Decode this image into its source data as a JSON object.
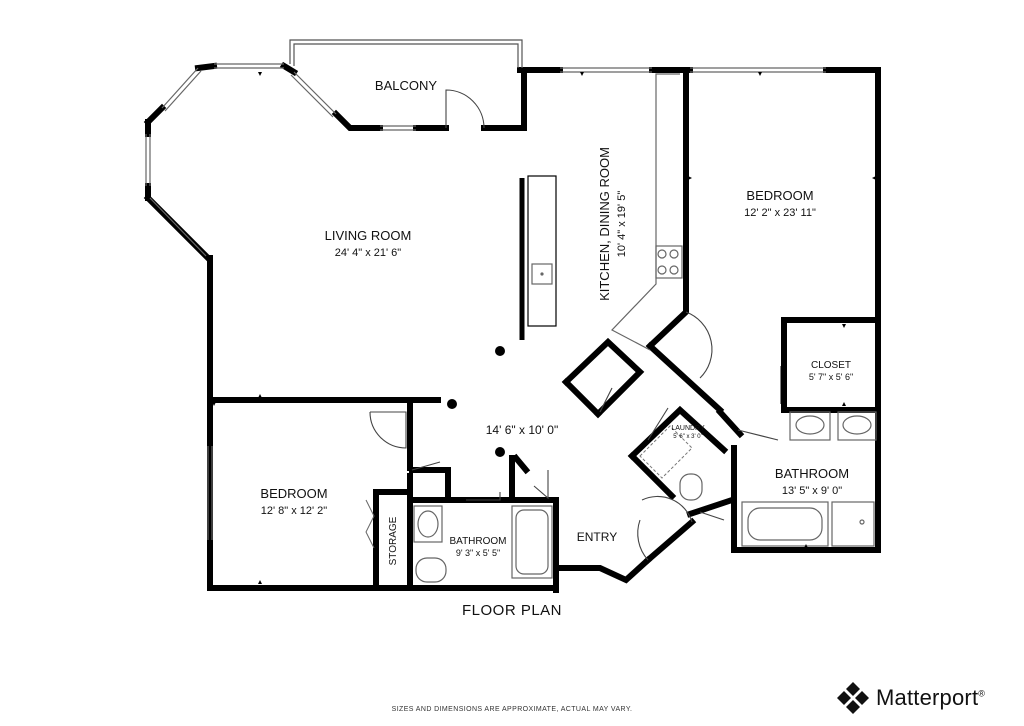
{
  "rooms": {
    "balcony": {
      "name": "BALCONY"
    },
    "living": {
      "name": "LIVING ROOM",
      "dims": "24' 4\" x 21' 6\""
    },
    "kitchen": {
      "name": "KITCHEN, DINING ROOM",
      "dims": "10' 4\" x 19' 5\""
    },
    "bedroom_main": {
      "name": "BEDROOM",
      "dims": "12' 2\" x 23' 11\""
    },
    "closet": {
      "name": "CLOSET",
      "dims": "5' 7\" x 5' 6\""
    },
    "hall": {
      "dims": "14' 6\" x 10' 0\""
    },
    "laundry": {
      "name": "LAUNDRY",
      "dims": "5' 6\" x 3' 0\""
    },
    "bathroom_main": {
      "name": "BATHROOM",
      "dims": "13' 5\" x 9' 0\""
    },
    "bedroom_second": {
      "name": "BEDROOM",
      "dims": "12' 8\" x 12' 2\""
    },
    "storage": {
      "name": "STORAGE"
    },
    "bathroom_second": {
      "name": "BATHROOM",
      "dims": "9' 3\" x 5' 5\""
    },
    "entry": {
      "name": "ENTRY"
    }
  },
  "plan_title": "FLOOR PLAN",
  "disclaimer": "SIZES AND DIMENSIONS ARE APPROXIMATE, ACTUAL MAY VARY.",
  "brand": {
    "name": "Matterport",
    "mark": "®"
  },
  "colors": {
    "wall": "#000000",
    "fixture": "#666666",
    "background": "#ffffff"
  }
}
